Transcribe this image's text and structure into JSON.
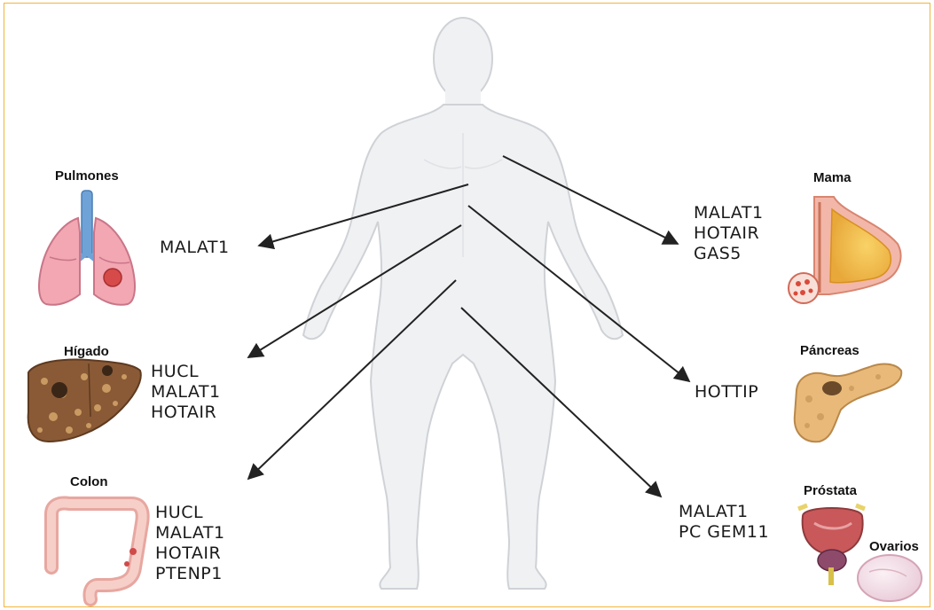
{
  "organs": {
    "lungs": {
      "title": "Pulmones",
      "genes": [
        "MALAT1"
      ]
    },
    "liver": {
      "title": "Hígado",
      "genes": [
        "HUCL",
        "MALAT1",
        "HOTAIR"
      ]
    },
    "colon": {
      "title": "Colon",
      "genes": [
        "HUCL",
        "MALAT1",
        "HOTAIR",
        "PTENP1"
      ]
    },
    "breast": {
      "title": "Mama",
      "genes": [
        "MALAT1",
        "HOTAIR",
        "GAS5"
      ]
    },
    "pancreas": {
      "title": "Páncreas",
      "genes": [
        "HOTTIP"
      ]
    },
    "prostate": {
      "title": "Próstata",
      "genes": [
        "MALAT1",
        "PC GEM11"
      ]
    },
    "ovaries": {
      "title": "Ovarios"
    }
  },
  "colors": {
    "frame": "#f2b53c",
    "arrow": "#222222",
    "body_fill": "#f0f1f3",
    "body_stroke": "#cfd2d6"
  }
}
